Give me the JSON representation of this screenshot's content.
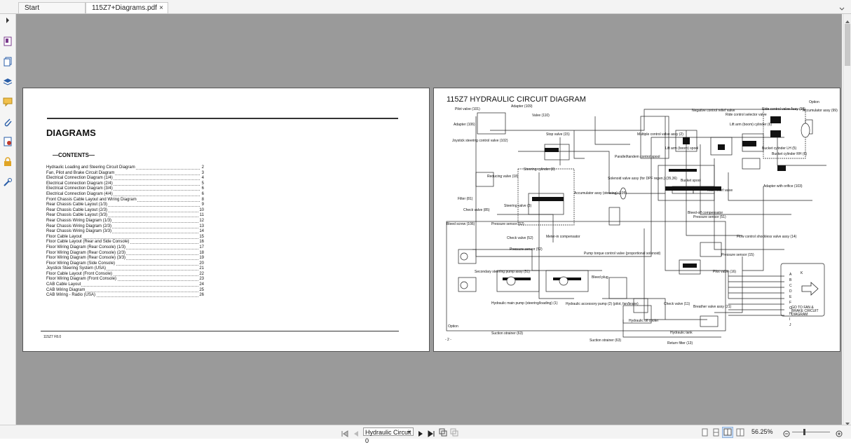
{
  "tabs": [
    {
      "label": "Start"
    },
    {
      "label": "115Z7+Diagrams.pdf",
      "close": "×"
    }
  ],
  "page1": {
    "title": "DIAGRAMS",
    "contents_heading": "—CONTENTS—",
    "toc": [
      {
        "label": "Hydraulic Loading and Steering Circuit Diagram",
        "page": "2"
      },
      {
        "label": "Fan, Pilot and Brake Circuit Diagram",
        "page": "3"
      },
      {
        "label": "Electrical Connection Diagram (1/4)",
        "page": "4"
      },
      {
        "label": "Electrical Connection Diagram (2/4)",
        "page": "5"
      },
      {
        "label": "Electrical Connection Diagram (3/4)",
        "page": "6"
      },
      {
        "label": "Electrical Connection Diagram (4/4)",
        "page": "6"
      },
      {
        "label": "Front Chassis Cable Layout and Wiring Diagram",
        "page": "8"
      },
      {
        "label": "Rear Chassis Cable Layout (1/3)",
        "page": "9"
      },
      {
        "label": "Rear Chassis Cable Layout (2/3)",
        "page": "10"
      },
      {
        "label": "Rear Chassis Cable Layout (3/3)",
        "page": "11"
      },
      {
        "label": "Rear Chassis Wiring Diagram (1/3)",
        "page": "12"
      },
      {
        "label": "Rear Chassis Wiring Diagram (2/3)",
        "page": "13"
      },
      {
        "label": "Rear Chassis Wiring Diagram (3/3)",
        "page": "14"
      },
      {
        "label": "Floor Cable Layout",
        "page": "15"
      },
      {
        "label": "Floor Cable Layout (Rear and Side Console)",
        "page": "16"
      },
      {
        "label": "Floor Wiring Diagram (Rear Console) (1/3)",
        "page": "17"
      },
      {
        "label": "Floor Wiring Diagram (Rear Console) (2/3)",
        "page": "18"
      },
      {
        "label": "Floor Wiring Diagram (Rear Console) (3/3)",
        "page": "19"
      },
      {
        "label": "Floor Wiring Diagram (Side Console)",
        "page": "20"
      },
      {
        "label": "Joystick Steering System (USA)",
        "page": "21"
      },
      {
        "label": "Floor Cable Layout (Front Console)",
        "page": "22"
      },
      {
        "label": "Floor Wiring Diagram (Front Console)",
        "page": "23"
      },
      {
        "label": "CAB Cable Layout",
        "page": "24"
      },
      {
        "label": "CAB Wiring Diagram",
        "page": "25"
      },
      {
        "label": "CAB Wiring - Radio (USA)",
        "page": "26"
      }
    ],
    "footer": "115Z7 F8.0"
  },
  "page2": {
    "title": "115Z7 HYDRAULIC CIRCUIT DIAGRAM",
    "footer": "- 2 -",
    "labels": {
      "pilot_valve": "Pilot valve (101)",
      "adapter_109": "Adapter (109)",
      "valve_110": "Valve (110)",
      "adapter_106": "Adapter (106)",
      "joystick": "Joystick steering control valve (102)",
      "stop_valve": "Stop valve (15)",
      "steering_cyl": "Steering cylinder (8)",
      "reducing": "Reducing valve (18)",
      "accumulator": "Accumulator assy (steering) (105)",
      "solenoid": "Solenoid valve assy (for DPF regen.) (35,36)",
      "filter": "Filter (81)",
      "check_85": "Check valve (85)",
      "steering_valve": "Steering valve (3)",
      "pressure_sensor": "Pressure sensor (52)",
      "check_52": "Check valve (52)",
      "meter_in": "Meter-in compensator",
      "bleed_screw": "Bleed screw (106)",
      "pressure_sensor2": "Pressure sensor (52)",
      "secondary_pump": "Secondary steering pump assy (51)",
      "main_pump": "Hydraulic main pump (steering/loading) (1)",
      "pump_torque": "Pump torque control valve (proportional solenoid)",
      "accessory_pump": "Hydraulic accessory pump (2) (pilot, fan/brake)",
      "bleed_plug": "Bleed plug",
      "oil_cooler": "Hydraulic oil cooler",
      "suction_63": "Suction strainer (63)",
      "suction_63b": "Suction strainer (63)",
      "check_11": "Check valve (11)",
      "breather": "Breather valve assy (21)",
      "tank": "Hydraulic tank",
      "return_filter": "Return filter (13)",
      "option": "Option",
      "option2": "Option",
      "negative": "Negative control relief valve",
      "ride_control": "Ride control selector valve",
      "lift_arm": "Lift arm (boom) cylinder (6)",
      "ride_assy": "Ride control valve Assy (98)",
      "accumulator_99": "Accumulator assy (99)",
      "multiple": "Multiple control valve assy (2)",
      "lift_spool": "Lift arm (boom) spool",
      "parallel": "Parallel/tandem control spool",
      "bucket_cyl": "Bucket cylinder LH (5)",
      "bucket_cyl_rh": "Bucket cylinder RH (6)",
      "bucket_spool": "Bucket spool",
      "main_relief": "Main relief valve",
      "bleed_off": "Bleed-off compensator",
      "pressure_51": "Pressure sensor (51)",
      "adapter_orifice": "Adapter with orifice (103)",
      "flow_control": "Flow control shockless valve assy (14)",
      "pressure_15": "Pressure sensor (15)",
      "pilot_16": "Pilot valve (16)",
      "goto": "GO TO FAN & BRAKE CIRCUIT DIAGRAM",
      "k": "K",
      "pipe_letters": [
        "A",
        "B",
        "C",
        "D",
        "E",
        "F",
        "G",
        "H",
        "I",
        "J"
      ]
    }
  },
  "statusbar": {
    "page_value": "Hydraulic Circuit 0",
    "zoom": "56.25%"
  },
  "colors": {
    "viewer_bg": "#9a9a9a",
    "chrome_bg": "#f3f3f3"
  }
}
